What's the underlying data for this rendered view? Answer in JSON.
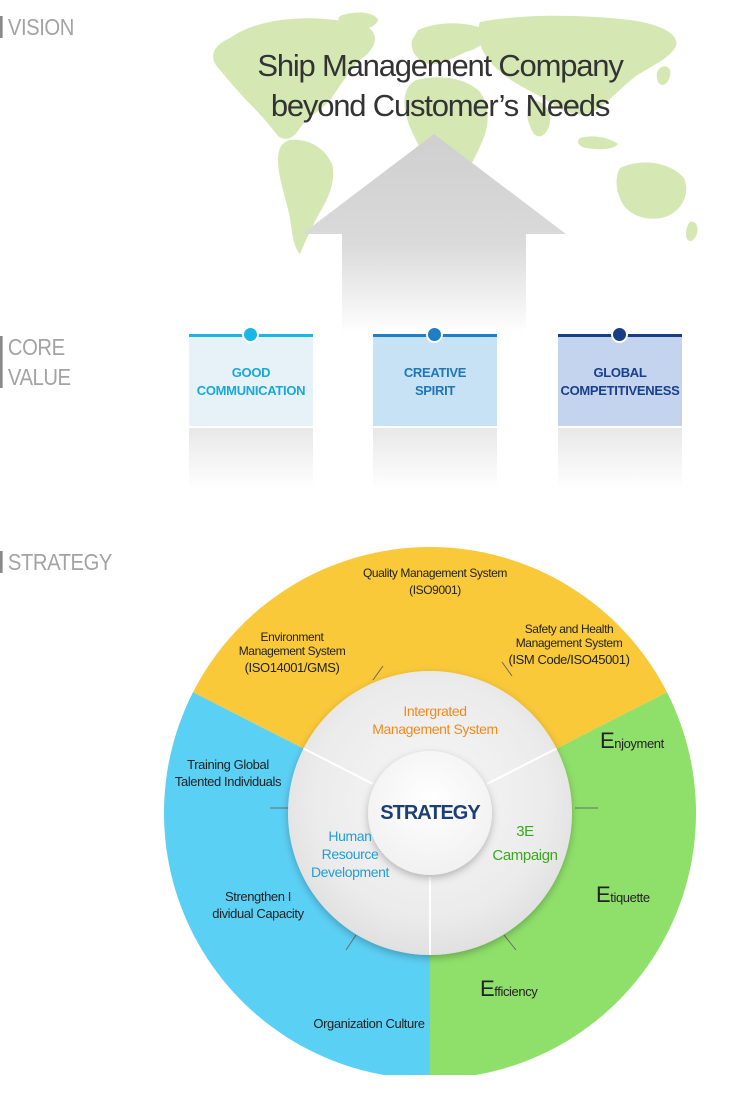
{
  "sections": {
    "vision": "VISION",
    "core_value": "CORE\nVALUE",
    "strategy": "STRATEGY"
  },
  "vision": {
    "line1": "Ship Management Company",
    "line2": "beyond Customer’s Needs"
  },
  "core_values": [
    {
      "label": "GOOD\nCOMMUNICATION",
      "color": "#17a9d8",
      "dot": "#19b7e6",
      "bg": "#e7f1f8"
    },
    {
      "label": "CREATIVE\nSPIRIT",
      "color": "#1f77b8",
      "dot": "#1e7ec6",
      "bg": "#c7e2f4"
    },
    {
      "label": "GLOBAL\nCOMPETITIVENESS",
      "color": "#183f8a",
      "dot": "#183e86",
      "bg": "#c4d4ee"
    }
  ],
  "strategy": {
    "center": "STRATEGY",
    "inner": {
      "ims_line1": "Intergrated",
      "ims_line2": "Management System",
      "campaign_line1": "3E",
      "campaign_line2": "Campaign",
      "hrd_line1": "Human",
      "hrd_line2": "Resource",
      "hrd_line3": "Development"
    },
    "outer": {
      "qms_line1": "Quality Management System",
      "qms_line2": "(ISO9001)",
      "ems_line1": "Environment",
      "ems_line2": "Management System",
      "ems_line3": "(ISO14001/GMS)",
      "shms_line1": "Safety and Health",
      "shms_line2": "Management System",
      "shms_line3": "(ISM Code/ISO45001)",
      "e1_cap": "E",
      "e1_rest": "njoyment",
      "e2_cap": "E",
      "e2_rest": "tiquette",
      "e3_cap": "E",
      "e3_rest": "fficiency",
      "tg_line1": "Training Global",
      "tg_line2": "Talented Individuals",
      "si_line1": "Strengthen I",
      "si_line2": "dividual Capacity",
      "org": "Organization Culture"
    },
    "colors": {
      "yellow": "#f9c93a",
      "green": "#8fe06a",
      "blue": "#5bd0f5",
      "orange_text": "#f08a1e",
      "green_text": "#3aa81c",
      "blue_text": "#1e9fd6",
      "center_text": "#1d3f78"
    }
  }
}
